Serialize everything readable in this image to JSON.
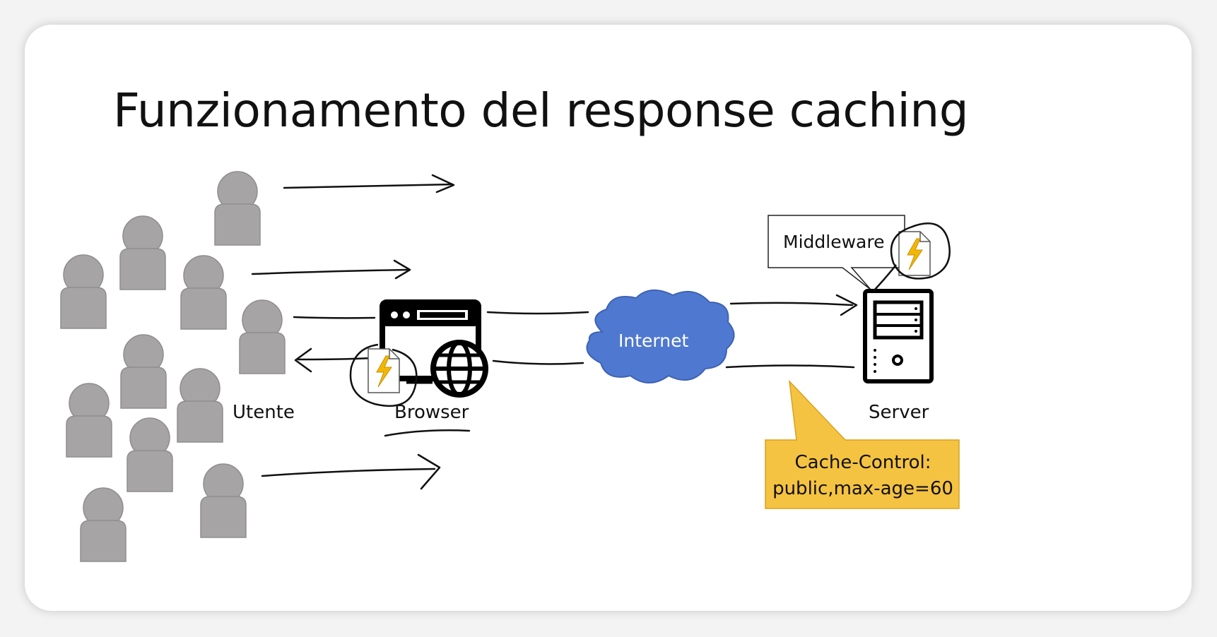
{
  "slide": {
    "title": "Funzionamento del response caching"
  },
  "labels": {
    "utente": "Utente",
    "browser": "Browser",
    "internet": "Internet",
    "server": "Server",
    "middleware": "Middleware"
  },
  "callout": {
    "line1": "Cache-Control:",
    "line2": "public,max-age=60"
  },
  "colors": {
    "person": "#a6a4a5",
    "person_stroke": "#8a8889",
    "cloud": "#4f78d0",
    "callout": "#f5c342",
    "bolt": "#f2b705",
    "ink": "#111111"
  },
  "icons": [
    "person-icon",
    "browser-window-icon",
    "globe-icon",
    "cloud-icon",
    "server-tower-icon",
    "document-bolt-icon",
    "speech-bubble"
  ]
}
